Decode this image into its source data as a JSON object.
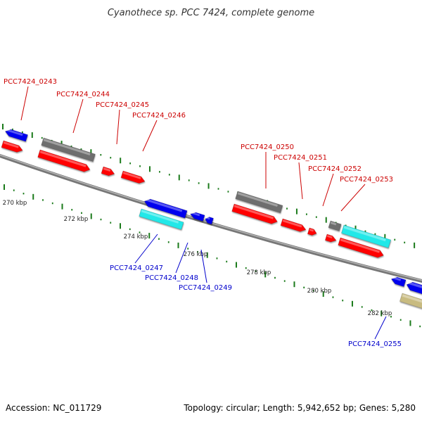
{
  "title": "Cyanothece sp. PCC 7424, complete genome",
  "colors": {
    "backbone": "#808080",
    "tick": "#1a7a1a",
    "plus_gene": "#ff0000",
    "minus_gene": "#0000ee",
    "grey_gene": "#6e6e6e",
    "cyan_gene": "#22e8e8",
    "tan_gene": "#c8bb80",
    "label_red": "#cc0000",
    "label_blue": "#0000cc"
  },
  "axis": {
    "tick_labels": [
      "270 kbp",
      "272 kbp",
      "274 kbp",
      "276 kbp",
      "278 kbp",
      "280 kbp",
      "282 kbp"
    ]
  },
  "labels": [
    {
      "text": "PCC7424_0243",
      "color": "red"
    },
    {
      "text": "PCC7424_0244",
      "color": "red"
    },
    {
      "text": "PCC7424_0245",
      "color": "red"
    },
    {
      "text": "PCC7424_0246",
      "color": "red"
    },
    {
      "text": "PCC7424_0250",
      "color": "red"
    },
    {
      "text": "PCC7424_0251",
      "color": "red"
    },
    {
      "text": "PCC7424_0252",
      "color": "red"
    },
    {
      "text": "PCC7424_0253",
      "color": "red"
    },
    {
      "text": "PCC7424_0247",
      "color": "blue"
    },
    {
      "text": "PCC7424_0248",
      "color": "blue"
    },
    {
      "text": "PCC7424_0249",
      "color": "blue"
    },
    {
      "text": "PCC7424_0255",
      "color": "blue"
    }
  ],
  "footer": {
    "accession": "Accession: NC_011729",
    "summary": "Topology: circular; Length: 5,942,652 bp; Genes: 5,280"
  }
}
